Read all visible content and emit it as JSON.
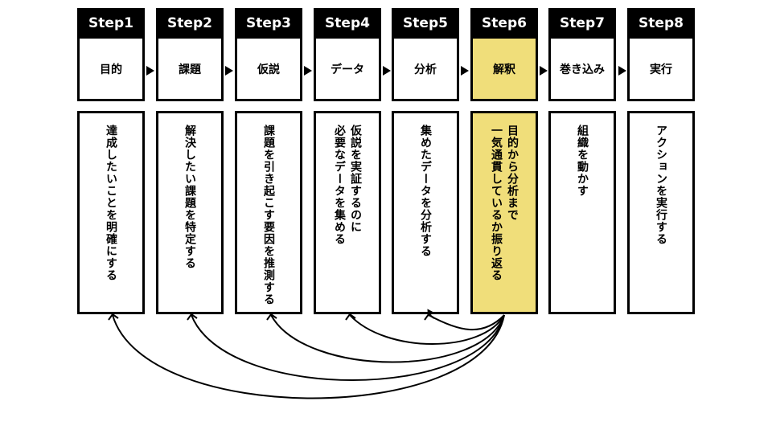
{
  "steps": [
    {
      "label": "Step1",
      "name": "目的",
      "desc": "達成したいことを明確にする",
      "highlight": false
    },
    {
      "label": "Step2",
      "name": "課題",
      "desc": "解決したい課題を特定する",
      "highlight": false
    },
    {
      "label": "Step3",
      "name": "仮説",
      "desc": "課題を引き起こす要因を推測する",
      "highlight": false
    },
    {
      "label": "Step4",
      "name": "データ",
      "desc": "仮説を実証するのに\n必要なデータを集める",
      "highlight": false
    },
    {
      "label": "Step5",
      "name": "分析",
      "desc": "集めたデータを分析する",
      "highlight": false
    },
    {
      "label": "Step6",
      "name": "解釈",
      "desc": "目的から分析まで\n一気通貫しているか振り返る",
      "highlight": true
    },
    {
      "label": "Step7",
      "name": "巻き込み",
      "desc": "組織を動かす",
      "highlight": false
    },
    {
      "label": "Step8",
      "name": "実行",
      "desc": "アクションを実行する",
      "highlight": false
    }
  ],
  "colors": {
    "highlight": "#f0de7a",
    "header_bg": "#000000",
    "border": "#000000"
  },
  "icons": [
    "step-arrow-icon",
    "feedback-arrow-icon"
  ]
}
